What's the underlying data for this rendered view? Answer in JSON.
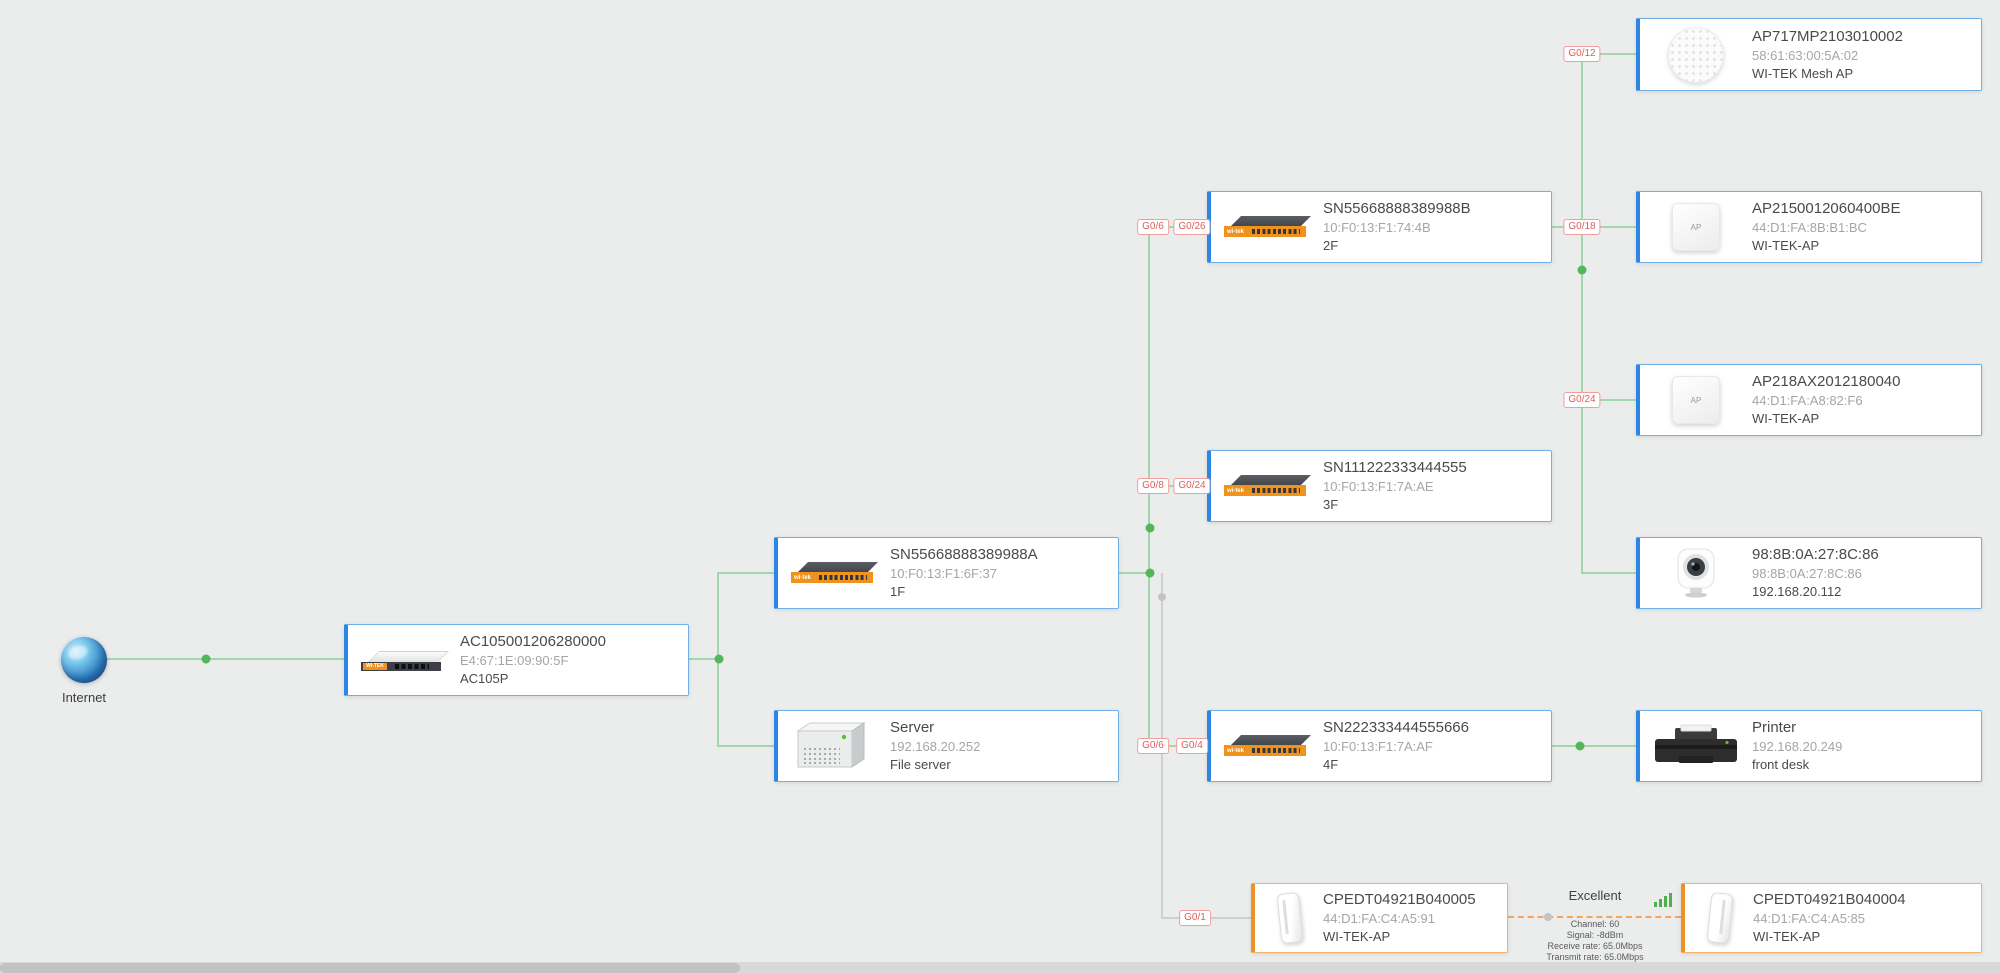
{
  "internet": {
    "label": "Internet"
  },
  "device_labels": {
    "switch_brand": "wi-tek",
    "router_brand": "WI-TEK",
    "ap_label": "AP"
  },
  "nodes": [
    {
      "id": "ac",
      "title": "AC105001206280000",
      "subtitle": "E4:67:1E:09:90:5F",
      "detail": "AC105P"
    },
    {
      "id": "sw1f",
      "title": "SN55668888389988A",
      "subtitle": "10:F0:13:F1:6F:37",
      "detail": "1F"
    },
    {
      "id": "server",
      "title": "Server",
      "subtitle": "192.168.20.252",
      "detail": "File server"
    },
    {
      "id": "sw2f",
      "title": "SN55668888389988B",
      "subtitle": "10:F0:13:F1:74:4B",
      "detail": "2F"
    },
    {
      "id": "sw3f",
      "title": "SN111222333444555",
      "subtitle": "10:F0:13:F1:7A:AE",
      "detail": "3F"
    },
    {
      "id": "sw4f",
      "title": "SN222333444555666",
      "subtitle": "10:F0:13:F1:7A:AF",
      "detail": "4F"
    },
    {
      "id": "ap717",
      "title": "AP717MP2103010002",
      "subtitle": "58:61:63:00:5A:02",
      "detail": "WI-TEK Mesh AP"
    },
    {
      "id": "ap215",
      "title": "AP2150012060400BE",
      "subtitle": "44:D1:FA:8B:B1:BC",
      "detail": "WI-TEK-AP"
    },
    {
      "id": "ap218",
      "title": "AP218AX2012180040",
      "subtitle": "44:D1:FA:A8:82:F6",
      "detail": "WI-TEK-AP"
    },
    {
      "id": "camera",
      "title": "98:8B:0A:27:8C:86",
      "subtitle": "98:8B:0A:27:8C:86",
      "detail": "192.168.20.112"
    },
    {
      "id": "printer",
      "title": "Printer",
      "subtitle": "192.168.20.249",
      "detail": "front desk"
    },
    {
      "id": "cpe5",
      "title": "CPEDT04921B040005",
      "subtitle": "44:D1:FA:C4:A5:91",
      "detail": "WI-TEK-AP"
    },
    {
      "id": "cpe4",
      "title": "CPEDT04921B040004",
      "subtitle": "44:D1:FA:C4:A5:85",
      "detail": "WI-TEK-AP"
    }
  ],
  "ports": {
    "ap717": "G0/12",
    "sw2f_a": "G0/6",
    "sw2f_b": "G0/26",
    "ap215": "G0/18",
    "ap218": "G0/24",
    "sw3f_a": "G0/8",
    "sw3f_b": "G0/24",
    "sw4f_a": "G0/6",
    "sw4f_b": "G0/4",
    "cpe": "G0/1"
  },
  "wireless_link": {
    "quality": "Excellent",
    "details": [
      "Channel: 60",
      "Signal: -8dBm",
      "Receive rate: 65.0Mbps",
      "Transmit rate: 65.0Mbps"
    ]
  },
  "colors": {
    "link_green": "#a3d6ac",
    "dot_green": "#53b65b",
    "link_gray": "#cfcfcf",
    "badge_red": "#e25b5b",
    "card_border_blue": "#6fb0e8",
    "card_border_orange": "#f3b269",
    "dashed_orange": "#f3a55c"
  }
}
